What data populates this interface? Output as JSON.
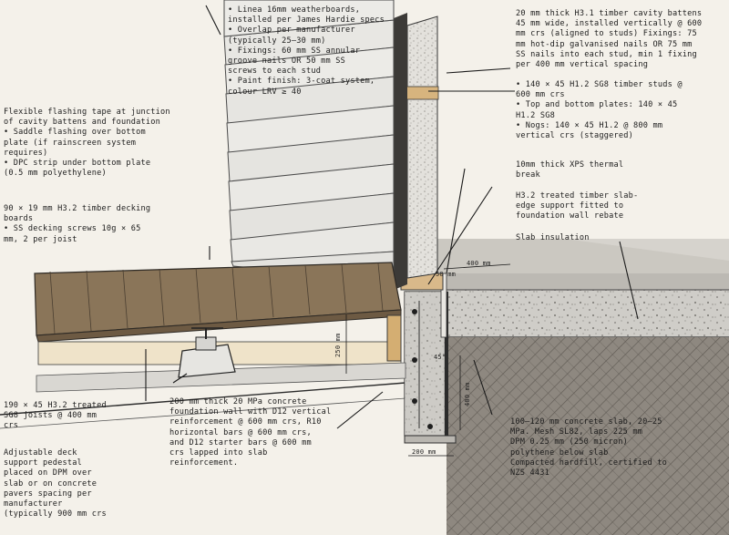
{
  "notes": {
    "weatherboards": "• Linea 16mm weatherboards,\ninstalled per James Hardie specs\n  • Overlap per manufacturer\n(typically 25–30 mm)\n  • Fixings: 60 mm SS annular\ngroove nails OR 50 mm SS\nscrews to each stud\n  • Paint finish: 3-coat system,\ncolour LRV ≥ 40",
    "flashing": "Flexible flashing tape at junction\nof cavity battens and foundation\n  • Saddle flashing over bottom\nplate (if rainscreen system\nrequires)\n  • DPC strip under bottom plate\n(0.5 mm polyethylene)",
    "decking": "90 × 19 mm H3.2 timber decking\nboards\n  • SS decking screws 10g × 65\nmm, 2 per joist",
    "joists": "190 × 45 H3.2 treated\nSG8 joists @ 400 mm\ncrs",
    "pedestal": "Adjustable deck\nsupport pedestal\nplaced on DPM over\nslab or on concrete\npavers spacing per\nmanufacturer\n(typically 900 mm crs",
    "foundation_wall": "200 mm thick 20 MPa concrete\nfoundation wall with D12 vertical\nreinforcement @ 600 mm crs, R10\nhorizontal bars @ 600 mm crs,\nand D12 starter bars @ 600 mm\ncrs lapped into slab\nreinforcement.",
    "cavity_battens": "20 mm thick H3.1 timber cavity battens\n45 mm wide, installed vertically @ 600\nmm crs (aligned to studs) Fixings: 75\nmm hot-dip galvanised nails OR 75 mm\nSS nails into each stud, min 1 fixing\nper 400 mm vertical spacing",
    "studs": "• 140 × 45 H1.2 SG8 timber studs @\n600 mm crs\n  • Top and bottom plates: 140 × 45\nH1.2 SG8\n  • Nogs: 140 × 45 H1.2 @ 800 mm\nvertical crs (staggered)",
    "xps": "10mm thick XPS thermal\nbreak",
    "slab_edge": "H3.2 treated timber slab-\nedge support fitted to\nfoundation wall rebate",
    "slab_insulation": "Slab insulation",
    "slab": "100–120 mm concrete slab, 20–25\nMPa. Mesh SL82, laps 225 mm\nDPM 0.25 mm (250 micron)\npolythene below slab\nCompacted hardfill, certified to\nNZS 4431"
  },
  "dims": {
    "d400": "400 mm",
    "d50": "50 mm",
    "d200": "200 mm",
    "d45": "45°",
    "d250": "250 mm",
    "d400v": "400 mm"
  }
}
